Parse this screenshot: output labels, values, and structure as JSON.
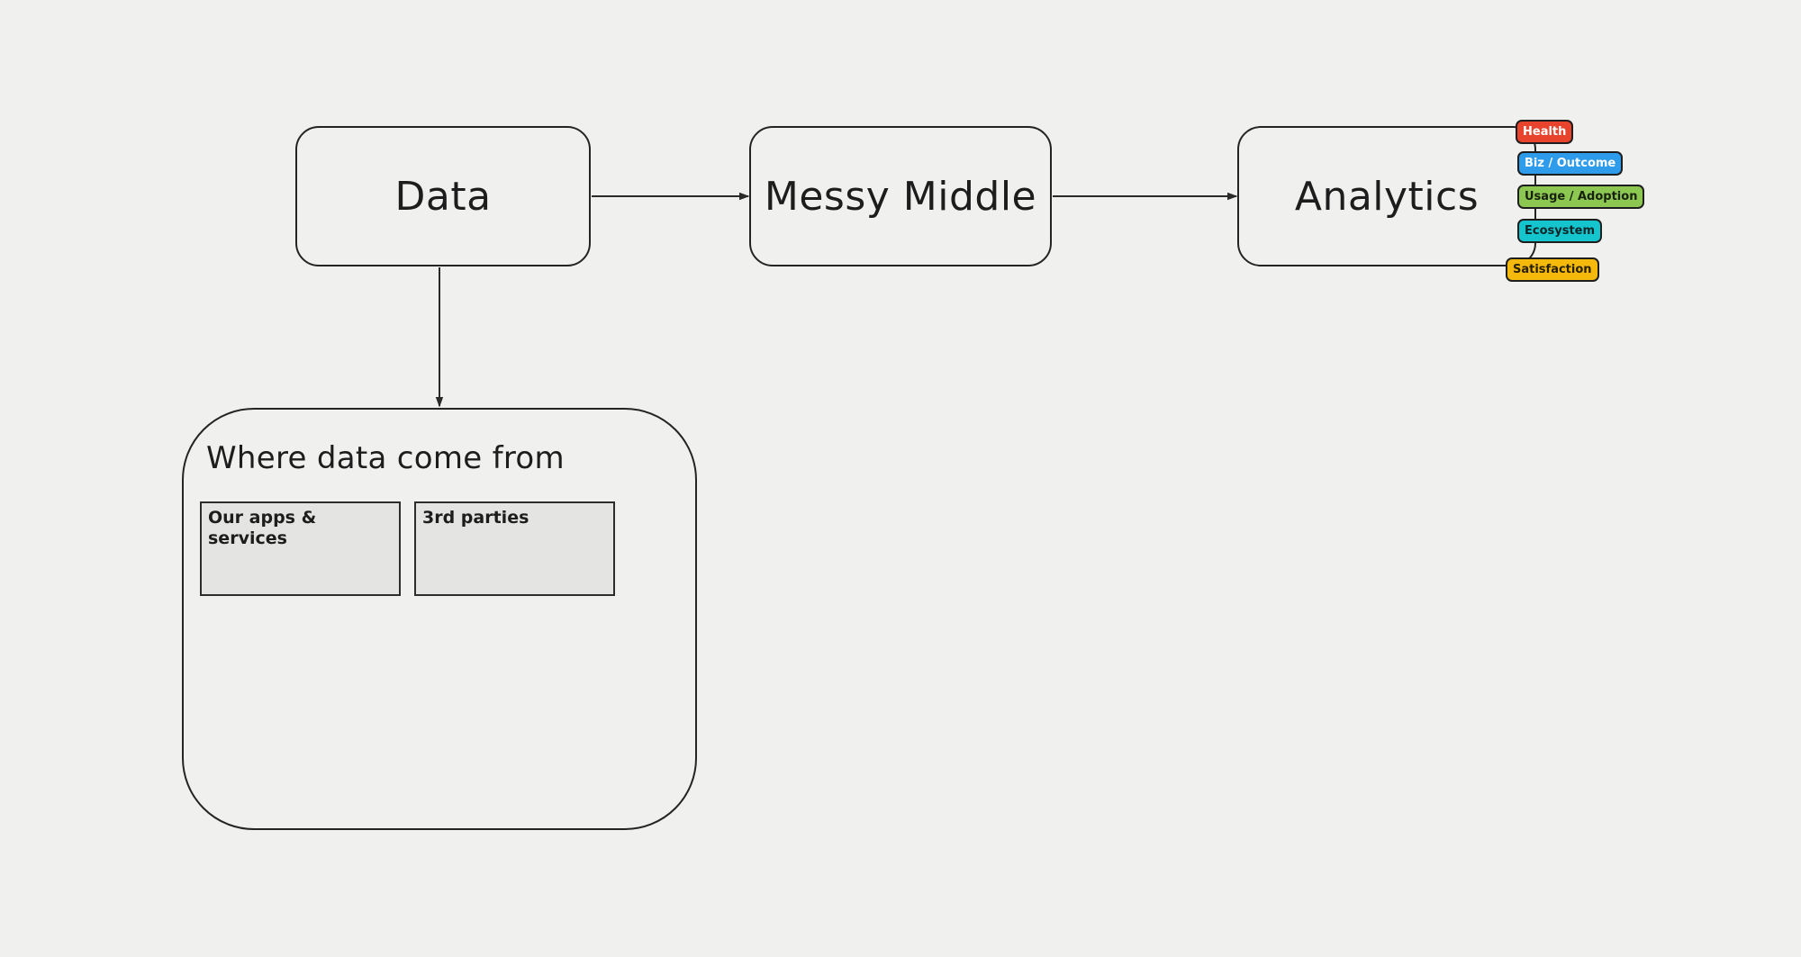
{
  "canvas": {
    "background_color": "#f0f0ee",
    "stroke_color": "#242424",
    "text_color": "#1d1d1d"
  },
  "flow_nodes": {
    "data": {
      "label": "Data"
    },
    "messy_middle": {
      "label": "Messy Middle"
    },
    "analytics": {
      "label": "Analytics"
    }
  },
  "analytics_tags": [
    {
      "label": "Health",
      "color": "#e8432c",
      "text_color": "#ffffff"
    },
    {
      "label": "Biz / Outcome",
      "color": "#2e9beb",
      "text_color": "#ffffff"
    },
    {
      "label": "Usage / Adoption",
      "color": "#8cc851",
      "text_color": "#17210d"
    },
    {
      "label": "Ecosystem",
      "color": "#14c5ce",
      "text_color": "#0e2627"
    },
    {
      "label": "Satisfaction",
      "color": "#f5b90b",
      "text_color": "#271f05"
    }
  ],
  "sources_panel": {
    "title": "Where data come from",
    "boxes": [
      {
        "label": "Our apps & services"
      },
      {
        "label": "3rd parties"
      }
    ]
  }
}
